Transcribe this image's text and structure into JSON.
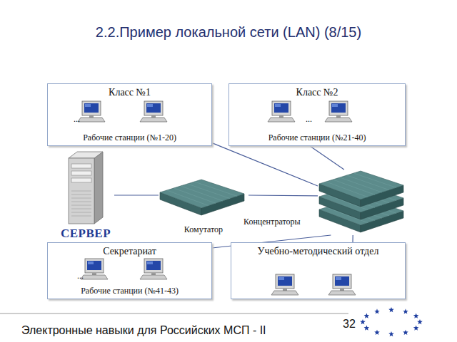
{
  "diagram": {
    "title": "2.2.Пример локальной сети (LAN) (8/15)",
    "nodes": [
      {
        "text": [
          "Класс №1",
          "Рабочие станции (№1-20)"
        ]
      },
      {
        "text": [
          "Класс №2",
          "Рабочие станции (№21-40)"
        ]
      },
      {
        "text": [
          "СЕРВЕР"
        ]
      },
      {
        "text": [
          "Комутатор"
        ]
      },
      {
        "text": [
          "Концентраторы"
        ]
      },
      {
        "text": [
          "Секретариат",
          "Рабочие станции (№41-43)"
        ]
      },
      {
        "text": [
          "Учебно-методический отдел"
        ]
      }
    ],
    "edges": [
      {
        "from": 0,
        "to": 4,
        "arrow": "none"
      },
      {
        "from": 1,
        "to": 4,
        "arrow": "none"
      },
      {
        "from": 2,
        "to": 3,
        "arrow": "none"
      },
      {
        "from": 3,
        "to": 4,
        "arrow": "none"
      },
      {
        "from": 5,
        "to": 4,
        "arrow": "none"
      },
      {
        "from": 4,
        "to": 6,
        "arrow": "none"
      }
    ],
    "labels": [
      "...",
      "...",
      "...",
      "Электронные навыки для Российских МСП - II",
      "32"
    ]
  }
}
